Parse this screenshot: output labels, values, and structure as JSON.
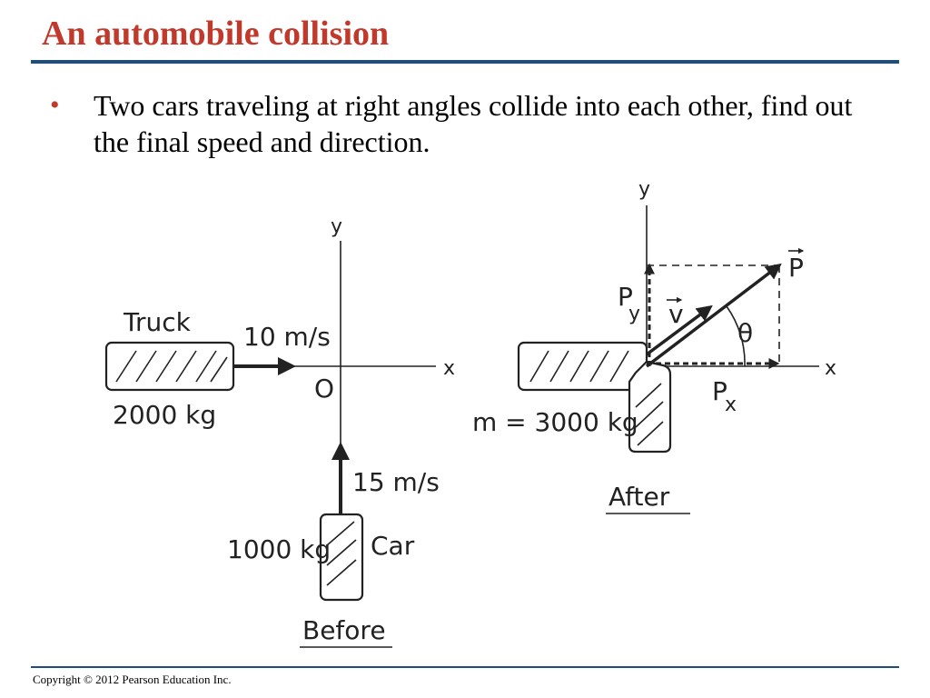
{
  "slide": {
    "title": "An automobile collision",
    "bullet": "Two cars traveling at right angles collide into each other, find out the final speed and direction.",
    "footer": "Copyright © 2012 Pearson Education Inc."
  },
  "colors": {
    "title": "#c0392b",
    "rule": "#1f4e79",
    "ink": "#222222"
  },
  "diagram": {
    "before": {
      "axis_x": "x",
      "axis_y": "y",
      "origin": "O",
      "truck_label": "Truck",
      "truck_speed": "10 m/s",
      "truck_mass": "2000 kg",
      "car_label": "Car",
      "car_speed": "15 m/s",
      "car_mass": "1000 kg",
      "caption": "Before"
    },
    "after": {
      "axis_x": "x",
      "axis_y": "y",
      "momentum": "P",
      "momentum_x": "P",
      "momentum_x_sub": "x",
      "momentum_y": "P",
      "momentum_y_sub": "y",
      "velocity": "v",
      "angle": "θ",
      "mass": "m = 3000 kg",
      "caption": "After"
    }
  }
}
